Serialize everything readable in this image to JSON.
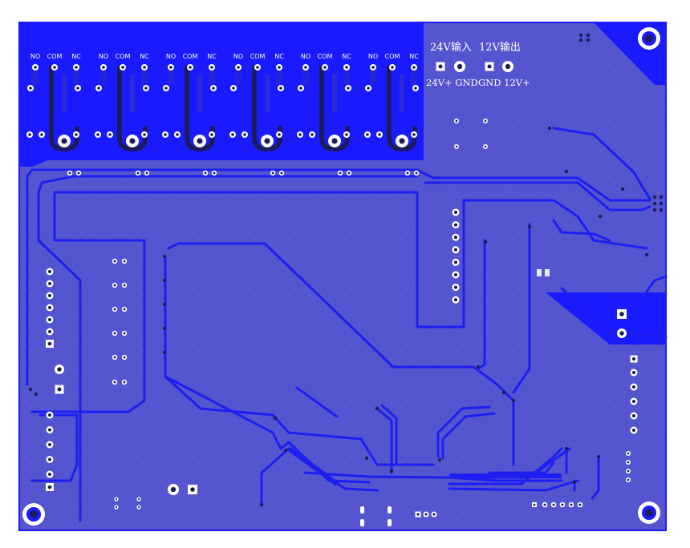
{
  "relay_labels": {
    "no": "NO",
    "com": "COM",
    "nc": "NC"
  },
  "power": {
    "in_24v_title": "24V输入",
    "out_12v_title": "12V输出",
    "in_24v_pins": "24V+ GND",
    "out_12v_pins": "GND 12V+"
  },
  "colors": {
    "background": "#ffffff",
    "board_fill": "#5555cf",
    "copper_top": "#1a1aff",
    "trace": "#1e1ef0",
    "silkscreen": "#ffffff",
    "pad_ring": "#ffffff",
    "drill": "#1c1c5c"
  }
}
